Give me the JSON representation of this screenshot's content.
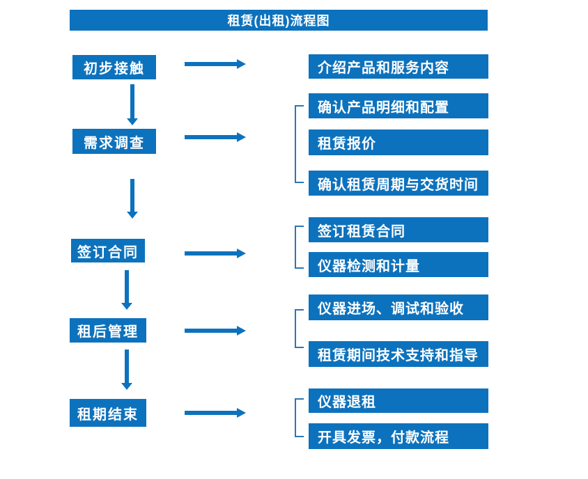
{
  "title": "租赁(出租)流程图",
  "colors": {
    "accent": "#0d72bd",
    "connector": "#2e74b5",
    "text": "#ffffff",
    "background": "#ffffff"
  },
  "steps": [
    {
      "label": "初步接触",
      "outputs": [
        "介绍产品和服务内容"
      ]
    },
    {
      "label": "需求调查",
      "outputs": [
        "确认产品明细和配置",
        "租赁报价",
        "确认租赁周期与交货时间"
      ]
    },
    {
      "label": "签订合同",
      "outputs": [
        "签订租赁合同",
        "仪器检测和计量"
      ]
    },
    {
      "label": "租后管理",
      "outputs": [
        "仪器进场、调试和验收",
        "租赁期间技术支持和指导"
      ]
    },
    {
      "label": "租期结束",
      "outputs": [
        "仪器退租",
        "开具发票，付款流程"
      ]
    }
  ]
}
